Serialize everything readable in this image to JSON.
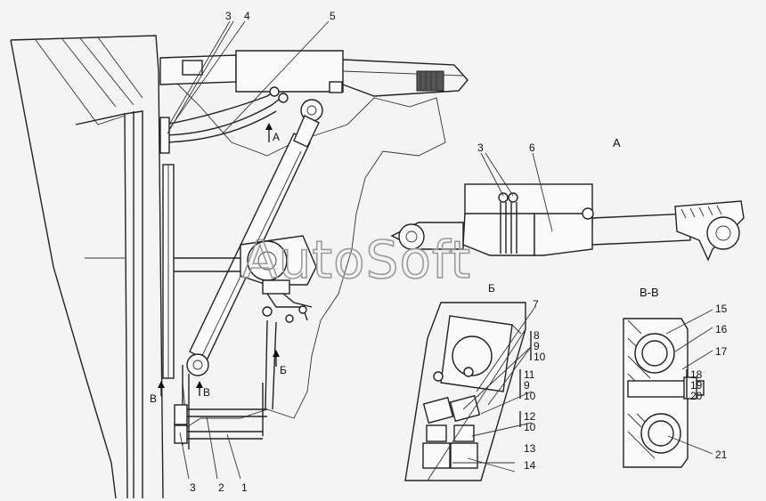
{
  "watermark": "AutoSoft",
  "view_labels": {
    "view_a": "A",
    "section_vv": "В-В",
    "arrow_a": "А",
    "arrow_b": "Б",
    "arrow_v_left": "В",
    "arrow_v_right": "В",
    "view_a_b": "Б"
  },
  "callouts": {
    "top_3": "3",
    "top_4": "4",
    "top_5": "5",
    "a_3": "3",
    "a_6": "6",
    "bottom_3": "3",
    "bottom_2": "2",
    "bottom_1": "1",
    "detail_7": "7",
    "detail_8": "8",
    "detail_9a": "9",
    "detail_10a": "10",
    "detail_11": "11",
    "detail_9b": "9",
    "detail_10b": "10",
    "detail_12": "12",
    "detail_10c": "10",
    "detail_13": "13",
    "detail_14": "14",
    "section_15": "15",
    "section_16": "16",
    "section_17": "17",
    "section_18": "18",
    "section_19": "19",
    "section_20": "20",
    "section_21": "21"
  }
}
